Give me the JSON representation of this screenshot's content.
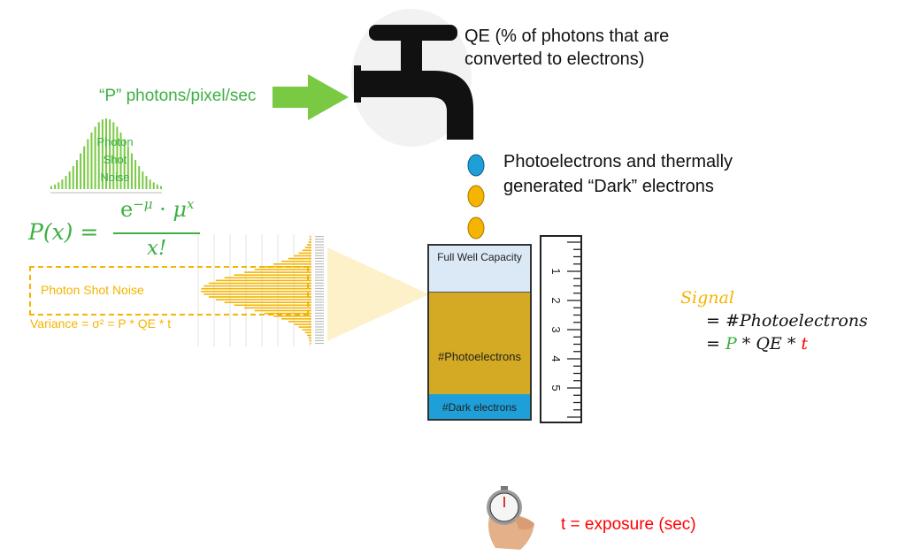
{
  "input_label": "“P” photons/pixel/sec",
  "qe_label": [
    "QE (% of photons that are",
    "converted to electrons)"
  ],
  "electrons_label": [
    "Photoelectrons and thermally",
    "generated “Dark” electrons"
  ],
  "histogram_small_label": [
    "Photon",
    "Shot",
    "Noise"
  ],
  "formula": {
    "lhs": "P(x) =",
    "numerator": "e^−μ · μ^x",
    "denominator": "x!"
  },
  "noise_box": {
    "title": "Photon Shot Noise",
    "variance": "Variance = σ² = P * QE * t"
  },
  "well": {
    "full_capacity": "Full Well Capacity",
    "photoelectrons": "#Photoelectrons",
    "dark": "#Dark electrons"
  },
  "ruler_ticks": [
    "1",
    "2",
    "3",
    "4",
    "5"
  ],
  "signal": {
    "label": "Signal",
    "line1": "= #Photoelectrons",
    "eq": "=",
    "p": "P",
    "mid": " * QE * ",
    "t": "t"
  },
  "exposure_label": "t = exposure (sec)",
  "colors": {
    "green": "#3cb043",
    "orange": "#f5b400",
    "blue": "#1e9fd8",
    "gold": "#d4a923",
    "well_top": "#dbe9f6",
    "red": "#ff0000"
  }
}
